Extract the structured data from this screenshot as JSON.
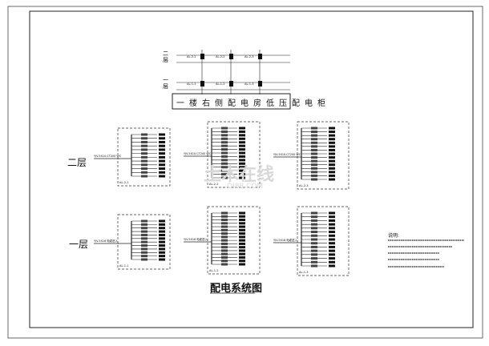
{
  "drawing": {
    "cabinet_label": "一楼右侧配电房低压配电柜",
    "caption": "配电系统图",
    "floor_labels": {
      "second": "二层",
      "first": "一层"
    },
    "riser_floor_labels": {
      "second": "二层",
      "first": "一层"
    },
    "notes_title": "说明:",
    "watermark": "土木在线",
    "watermark_sub": "OI88.COM"
  },
  "riser_boxes": {
    "second": [
      "AL-2-1",
      "AL-2-2",
      "AL-2-3"
    ],
    "first": [
      "AL-1-1",
      "AL-1-2",
      "AL-1-3"
    ]
  },
  "panels": [
    {
      "tag": "AL-2-1",
      "feeder": "YJV-5X10-CT200 WC",
      "rows": 12
    },
    {
      "tag": "AL-2-2",
      "feeder": "YJV-5X10-CT200 WC",
      "rows": 15
    },
    {
      "tag": "AL-2-3",
      "feeder": "YJV-5X10-CT200 WC",
      "rows": 15
    },
    {
      "tag": "AL-1-1",
      "feeder": "YJV-5X16 电缆进入",
      "rows": 12
    },
    {
      "tag": "AL-1-2",
      "feeder": "YJV-5X16 电缆进入",
      "rows": 16
    },
    {
      "tag": "AL-1-3",
      "feeder": "YJV-5X16 电缆进入",
      "rows": 15
    }
  ]
}
